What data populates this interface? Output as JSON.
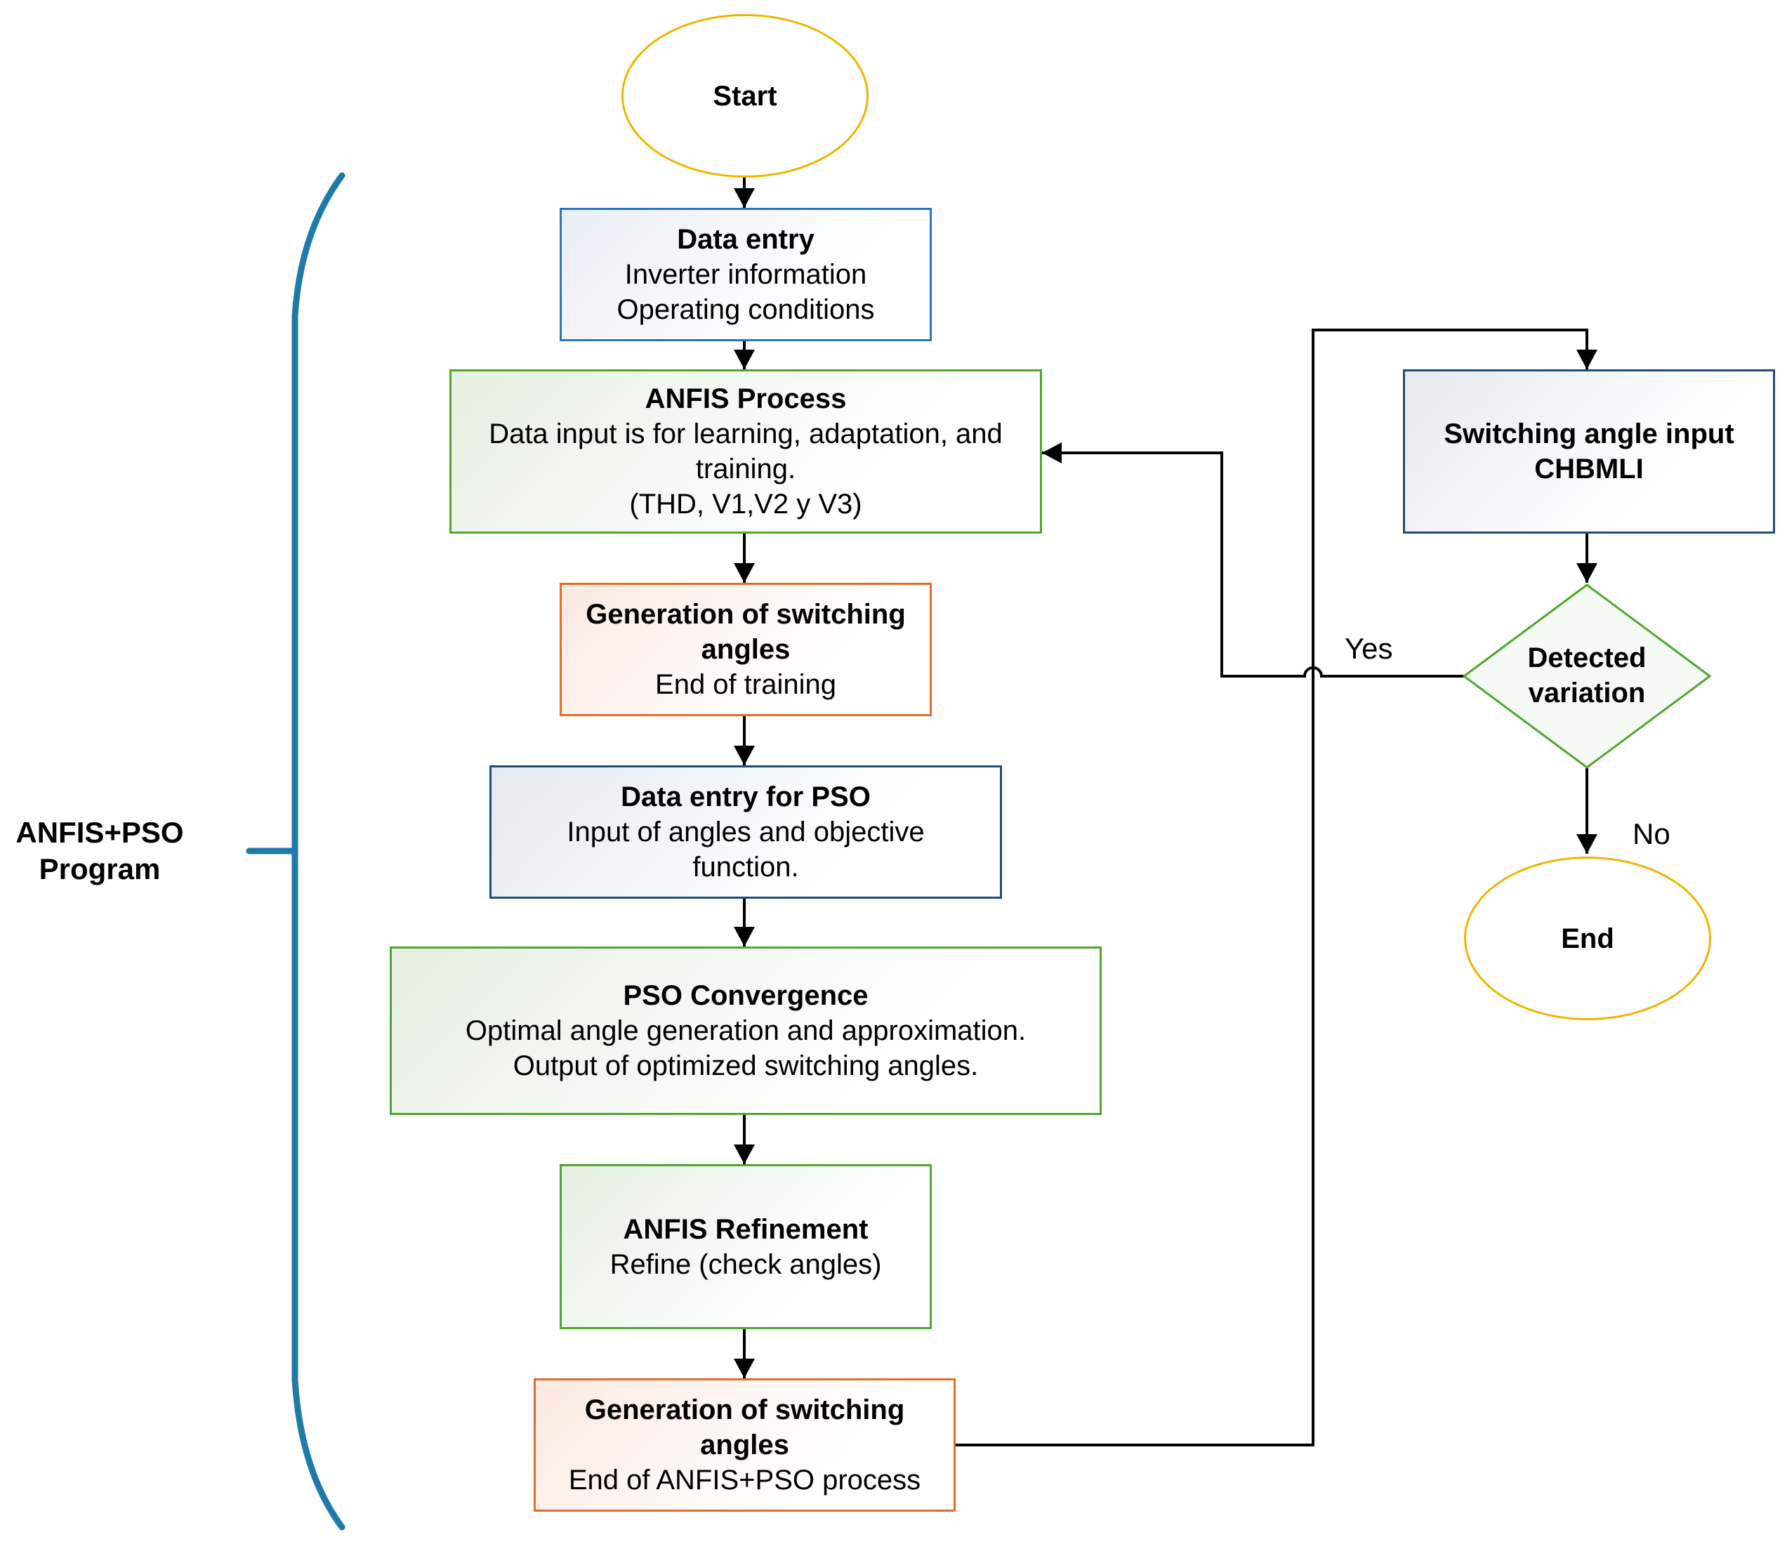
{
  "side": {
    "label_line1": "ANFIS+PSO",
    "label_line2": "Program"
  },
  "nodes": {
    "start": {
      "label": "Start"
    },
    "data_entry": {
      "title": "Data entry",
      "line1": "Inverter information",
      "line2": "Operating conditions"
    },
    "anfis_process": {
      "title": "ANFIS Process",
      "line1": "Data input is for learning, adaptation, and",
      "line2": "training.",
      "line3": "(THD, V1,V2 y V3)"
    },
    "gen_angles_1": {
      "title1": "Generation of switching",
      "title2": "angles",
      "line1": "End of training"
    },
    "data_entry_pso": {
      "title": "Data entry for PSO",
      "line1": "Input of angles and objective",
      "line2": "function."
    },
    "pso_convergence": {
      "title": "PSO Convergence",
      "line1": "Optimal angle generation and approximation.",
      "line2": "Output of optimized switching angles."
    },
    "anfis_refinement": {
      "title": "ANFIS Refinement",
      "line1": "Refine (check angles)"
    },
    "gen_angles_2": {
      "title1": "Generation of switching",
      "title2": "angles",
      "line1": "End of ANFIS+PSO process"
    },
    "switching_input": {
      "title1": "Switching angle input",
      "title2": "CHBMLI"
    },
    "decision": {
      "line1": "Detected",
      "line2": "variation"
    },
    "end": {
      "label": "End"
    }
  },
  "edge_labels": {
    "yes": "Yes",
    "no": "No"
  },
  "colors": {
    "bracket": "#1f7aa8",
    "blue": "#2e75b6",
    "green": "#4ea72e",
    "orange": "#e36c2b",
    "oval": "#f0b400"
  }
}
